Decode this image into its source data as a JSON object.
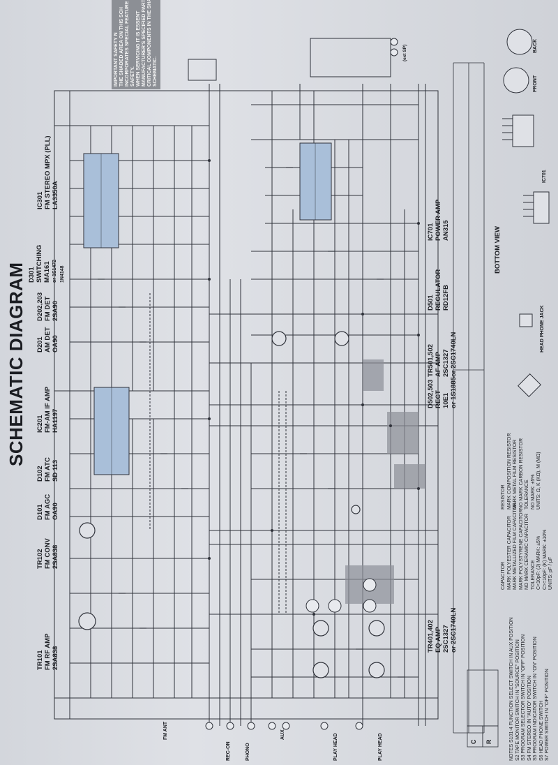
{
  "title": "SCHEMATIC DIAGRAM",
  "safety_note": [
    "IMPORTANT SAFETY N",
    "THE SHADED AREA ON THIS SCH",
    "INCORPORATES SPECIAL FEATURE",
    "SAFETY.",
    "WHEN SERVICING IT IS ESSENT",
    "MANUFACTURER'S SPECIFIED PART",
    "CRITICAL COMPONENTS IN THE SHAD",
    "SCHEMATIC."
  ],
  "components": {
    "tr101": [
      "TR101",
      "FM RF AMP",
      "2SA838"
    ],
    "tr102": [
      "TR102",
      "FM CONV",
      "2SA838"
    ],
    "d101": [
      "D101",
      "FM AGC",
      "OA90"
    ],
    "d102": [
      "D102",
      "FM ATC",
      "SD 113"
    ],
    "ic201": [
      "IC201",
      "FM-AM IF AMP",
      "HA1197"
    ],
    "d201": [
      "D201",
      "AM DET",
      "OA90"
    ],
    "d202": [
      "D202,203",
      "FM DET",
      "2SA90"
    ],
    "d301": [
      "D301",
      "SWITCHING",
      "MA161",
      "or 1S1472",
      "1N4148"
    ],
    "ic301": [
      "IC301",
      "FM STEREO MPX (PLL)",
      "LA3350A"
    ],
    "tr401": [
      "TR401,402",
      "EQ AMP",
      "2SC1327",
      "or 2SC1740LN"
    ],
    "tr501": [
      "TR501,502",
      "AF AMP",
      "2SC1327",
      "or 2SC1740LN"
    ],
    "d501": [
      "D501",
      "REGULATOR",
      "RD12FB"
    ],
    "d502": [
      "D502,503",
      "RECT",
      "10E1",
      "or 1S1885"
    ],
    "ic701": [
      "IC701",
      "POWER AMP",
      "AN315"
    ]
  },
  "labels": {
    "bottom_view": "BOTTOM VIEW",
    "front": "FRONT",
    "back": "BACK",
    "headphone_jack": "HEAD PHONE JACK",
    "ic_pin": "IC701",
    "rec_on": "REC-ON",
    "phono": "PHONO",
    "play_head": "PLAY HEAD",
    "fm_ant": "FM ANT",
    "aux": "AUX",
    "row_c": "C",
    "row_r": "R",
    "ext_sp": "(ext SP)"
  },
  "notes": [
    "NOTES  S101-4  FUNCTION SELECT SWITCH IN AUX POSITION",
    "S2  TAPE MONITOR SWITCH IN \"SOURCE\" POSITION",
    "S3  PROGRAM SELECTOR SWITCH IN \"OFF\" POSITION",
    "S4  FM STEREO IN \"AUTO\" POSITION",
    "S5  PROGRAM INDICATOR SWITCH IN \"ON\" POSITION",
    "S6  HEAD PHONE SWITCH",
    "S7  POWER SWITCH IN \"OFF\" POSITION"
  ],
  "capacitor_notes": [
    "CAPACITOR",
    "MARK POLYESTER CAPACITOR",
    "MARK METALLIZED FILM CAPACITOR",
    "MARK POLYSTYRENE CAPACITOR",
    "NO MARK CERAMIC CAPACITOR",
    "TOLERANCE",
    "C<10pF: (J) MARK: ±5%",
    "C>=10pF: (K) MARK: ±10%",
    "UNITS: pF / µF"
  ],
  "resistor_notes": [
    "RESISTOR",
    "MARK COMPOSITION RESISTOR",
    "MARK METAL FILM RESISTOR",
    "NO MARK CARBON RESISTOR",
    "TOLERANCE",
    "NO MARK: ±5%",
    "UNITS: Ω, K (KΩ), M (MΩ)"
  ],
  "colors": {
    "ink": "#2a2c33",
    "shade": "#8f9199",
    "ic_fill": "#a9bfd9",
    "page": "#dcdfe4"
  }
}
